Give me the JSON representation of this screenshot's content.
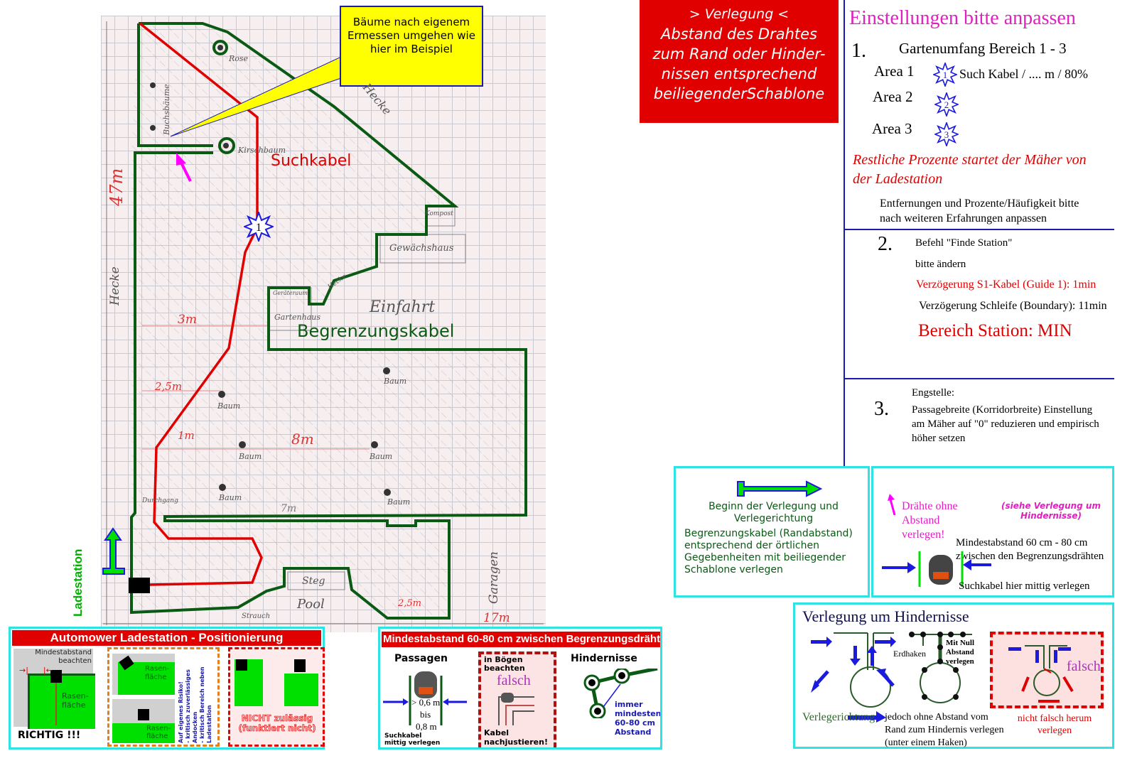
{
  "map": {
    "callout": "Bäume nach eigenem Ermessen umgehen wie hier im Beispiel",
    "search_cable_label": "Suchkabel",
    "boundary_cable_label": "Begrenzungskabel",
    "station_label": "Ladestation",
    "star_1": "1",
    "handwritten": {
      "rose": "Rose",
      "buchsbaeume": "Buchsbäume",
      "kirschbaum": "Kirschbaum",
      "hecke_top": "Hecke",
      "kompost": "Kompost",
      "gewaechshaus": "Gewächshaus",
      "hecke_inner": "Hecke",
      "geraete": "Geräteraum",
      "gartenhaus": "Gartenhaus",
      "einfahrt": "Einfahrt",
      "hoehe": "Hecke",
      "length_47": "47m",
      "d_3m": "3m",
      "d_25m": "2,5m",
      "d_1m": "1m",
      "d_8m": "8m",
      "d_7m": "7m",
      "d_2_5": "2,5m",
      "baum": "Baum",
      "durchgang": "Durchgang",
      "steg": "Steg",
      "pool": "Pool",
      "strauch": "Strauch",
      "garagen": "Garagen",
      "d_17m": "17m"
    }
  },
  "laying_box": {
    "title": "> Verlegung <",
    "text": "Abstand des Drahtes zum Rand oder Hinder-nissen entsprechend beiliegenderSchablone"
  },
  "settings": {
    "heading": "Einstellungen bitte anpassen",
    "s1_num": "1.",
    "s1_title": "Gartenumfang Bereich 1 - 3",
    "areas": [
      {
        "label": "Area 1",
        "star": "1",
        "note": "Such Kabel / .... m / 80%"
      },
      {
        "label": "Area 2",
        "star": "2",
        "note": ""
      },
      {
        "label": "Area 3",
        "star": "3",
        "note": ""
      }
    ],
    "rest_percent": "Restliche Prozente  startet der Mäher von der Ladestation",
    "adjust_note": "Entfernungen und Prozente/Häufigkeit bitte nach weiteren Erfahrungen anpassen",
    "s2_num": "2.",
    "s2_cmd": "Befehl \"Finde Station\"",
    "s2_change": "bitte ändern",
    "s2_delay_guide": "Verzögerung S1-Kabel (Guide 1): 1min",
    "s2_delay_boundary": "Verzögerung Schleife (Boundary): 11min",
    "s2_station_area": "Bereich Station: MIN",
    "s3_num": "3.",
    "s3_title": "Engstelle:",
    "s3_text": "Passagebreite (Korridorbreite) Einstellung am Mäher auf \"0\" reduzieren und empirisch höher setzen"
  },
  "start_box": {
    "text1": "Beginn der Verlegung und Verlegerichtung",
    "text2": "Begrenzungskabel (Randabstand) entsprechend der örtlichen Gegebenheiten mit beiliegender Schablone verlegen"
  },
  "distance_box": {
    "wires_no_gap": "Drähte ohne Abstand verlegen!",
    "see_obstacles": "(siehe Verlegung um Hindernisse)",
    "min_distance": "Mindestabstand 60 cm - 80 cm zwischen den Begrenzungsdrähten",
    "guide_center": "Suchkabel hier mittig verlegen"
  },
  "obstacles_box": {
    "title": "Verlegung um Hindernisse",
    "direction": "Verlegerichtung",
    "erdhaken": "Erdhaken",
    "zero_gap": "Mit Null Abstand verlegen",
    "no_gap_note": "jedoch ohne Abstand vom Rand zum Hindernis verlegen (unter einem Haken)",
    "wrong": "falsch",
    "wrong_note": "nicht falsch herum verlegen"
  },
  "station_panel": {
    "title": "Automower Ladestation - Positionierung",
    "min_gap": "Mindestabstand beachten",
    "lawn": "Rasen-fläche",
    "correct": "RICHTIG !!!",
    "risk": "Auf eigenes Risiko!",
    "risk2": "- kritisch zuverlässiges Andocken",
    "risk3": "- kritisch Bereich neben Ladestation",
    "not_allowed": "NICHT zulässig (funktiert nicht)"
  },
  "gap_panel": {
    "title": "Mindestabstand 60-80 cm zwischen Begrenzungsdrähten",
    "passages": "Passagen",
    "width1": "> 0,6 m",
    "width_bis": "bis",
    "width2": "0,8 m",
    "guide_center": "Suchkabel mittig verlegen",
    "curves": "in Bögen beachten",
    "wrong": "falsch",
    "readjust": "Kabel nachjustieren!",
    "obstacles": "Hindernisse",
    "always_min": "immer mindestens 60-80 cm Abstand"
  },
  "colors": {
    "boundary": "#0a5a14",
    "guide": "#e00000",
    "accent_red": "#e00000",
    "cyan": "#2fe3e3",
    "star_blue": "#1a1ae0"
  }
}
